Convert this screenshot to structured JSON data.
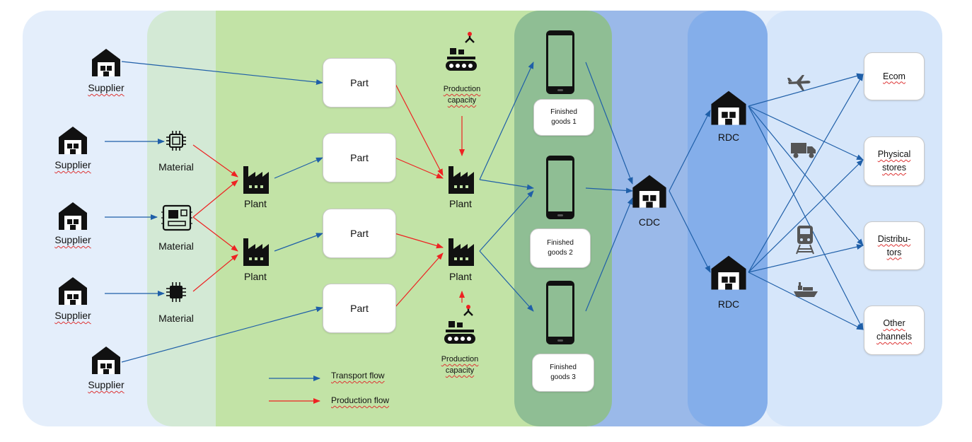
{
  "suppliers": [
    {
      "label": "Supplier"
    },
    {
      "label": "Supplier"
    },
    {
      "label": "Supplier"
    },
    {
      "label": "Supplier"
    },
    {
      "label": "Supplier"
    }
  ],
  "materials": [
    {
      "label": "Material"
    },
    {
      "label": "Material"
    },
    {
      "label": "Material"
    }
  ],
  "plants_left": [
    {
      "label": "Plant"
    },
    {
      "label": "Plant"
    }
  ],
  "parts": [
    {
      "label": "Part"
    },
    {
      "label": "Part"
    },
    {
      "label": "Part"
    },
    {
      "label": "Part"
    }
  ],
  "production_capacity": {
    "line1": "Production",
    "line2": "capacity"
  },
  "plants_right": [
    {
      "label": "Plant"
    },
    {
      "label": "Plant"
    }
  ],
  "finished_goods": [
    {
      "line1": "Finished",
      "line2": "goods 1"
    },
    {
      "line1": "Finished",
      "line2": "goods 2"
    },
    {
      "line1": "Finished",
      "line2": "goods 3"
    }
  ],
  "cdc": {
    "label": "CDC"
  },
  "rdcs": [
    {
      "label": "RDC"
    },
    {
      "label": "RDC"
    }
  ],
  "channels": [
    {
      "line1": "Ecom",
      "line2": ""
    },
    {
      "line1": "Physical",
      "line2": "stores"
    },
    {
      "line1": "Distribu-",
      "line2": "tors"
    },
    {
      "line1": "Other",
      "line2": "channels"
    }
  ],
  "legend": {
    "transport": "Transport flow",
    "production": "Production flow"
  },
  "colors": {
    "transport": "#1f5fa8",
    "production": "#ee2222"
  },
  "transport_icons": [
    "airplane-icon",
    "truck-icon",
    "train-icon",
    "ship-icon"
  ]
}
